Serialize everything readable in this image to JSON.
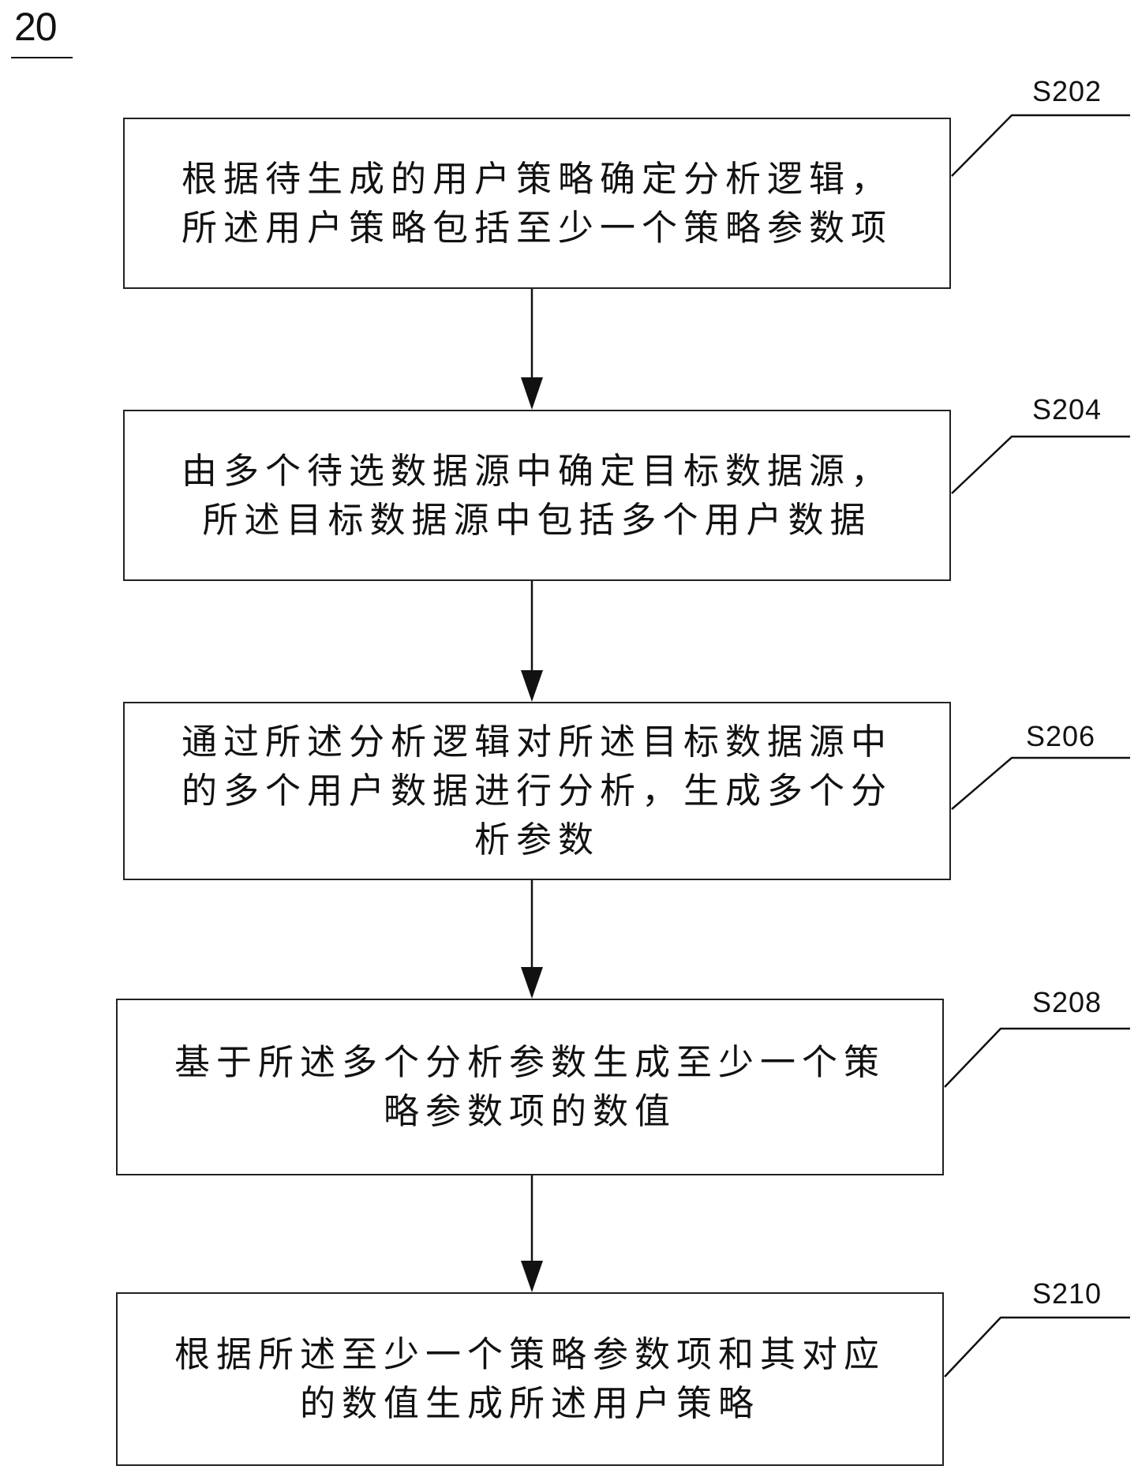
{
  "figure_number": "20",
  "steps": [
    {
      "id": "S202",
      "lines": [
        "根据待生成的用户策略确定分析逻辑，",
        "所述用户策略包括至少一个策略参数项"
      ]
    },
    {
      "id": "S204",
      "lines": [
        "由多个待选数据源中确定目标数据源，",
        "所述目标数据源中包括多个用户数据"
      ]
    },
    {
      "id": "S206",
      "lines": [
        "通过所述分析逻辑对所述目标数据源中",
        "的多个用户数据进行分析，生成多个分",
        "析参数"
      ]
    },
    {
      "id": "S208",
      "lines": [
        "基于所述多个分析参数生成至少一个策",
        "略参数项的数值"
      ]
    },
    {
      "id": "S210",
      "lines": [
        "根据所述至少一个策略参数项和其对应",
        "的数值生成所述用户策略"
      ]
    }
  ]
}
